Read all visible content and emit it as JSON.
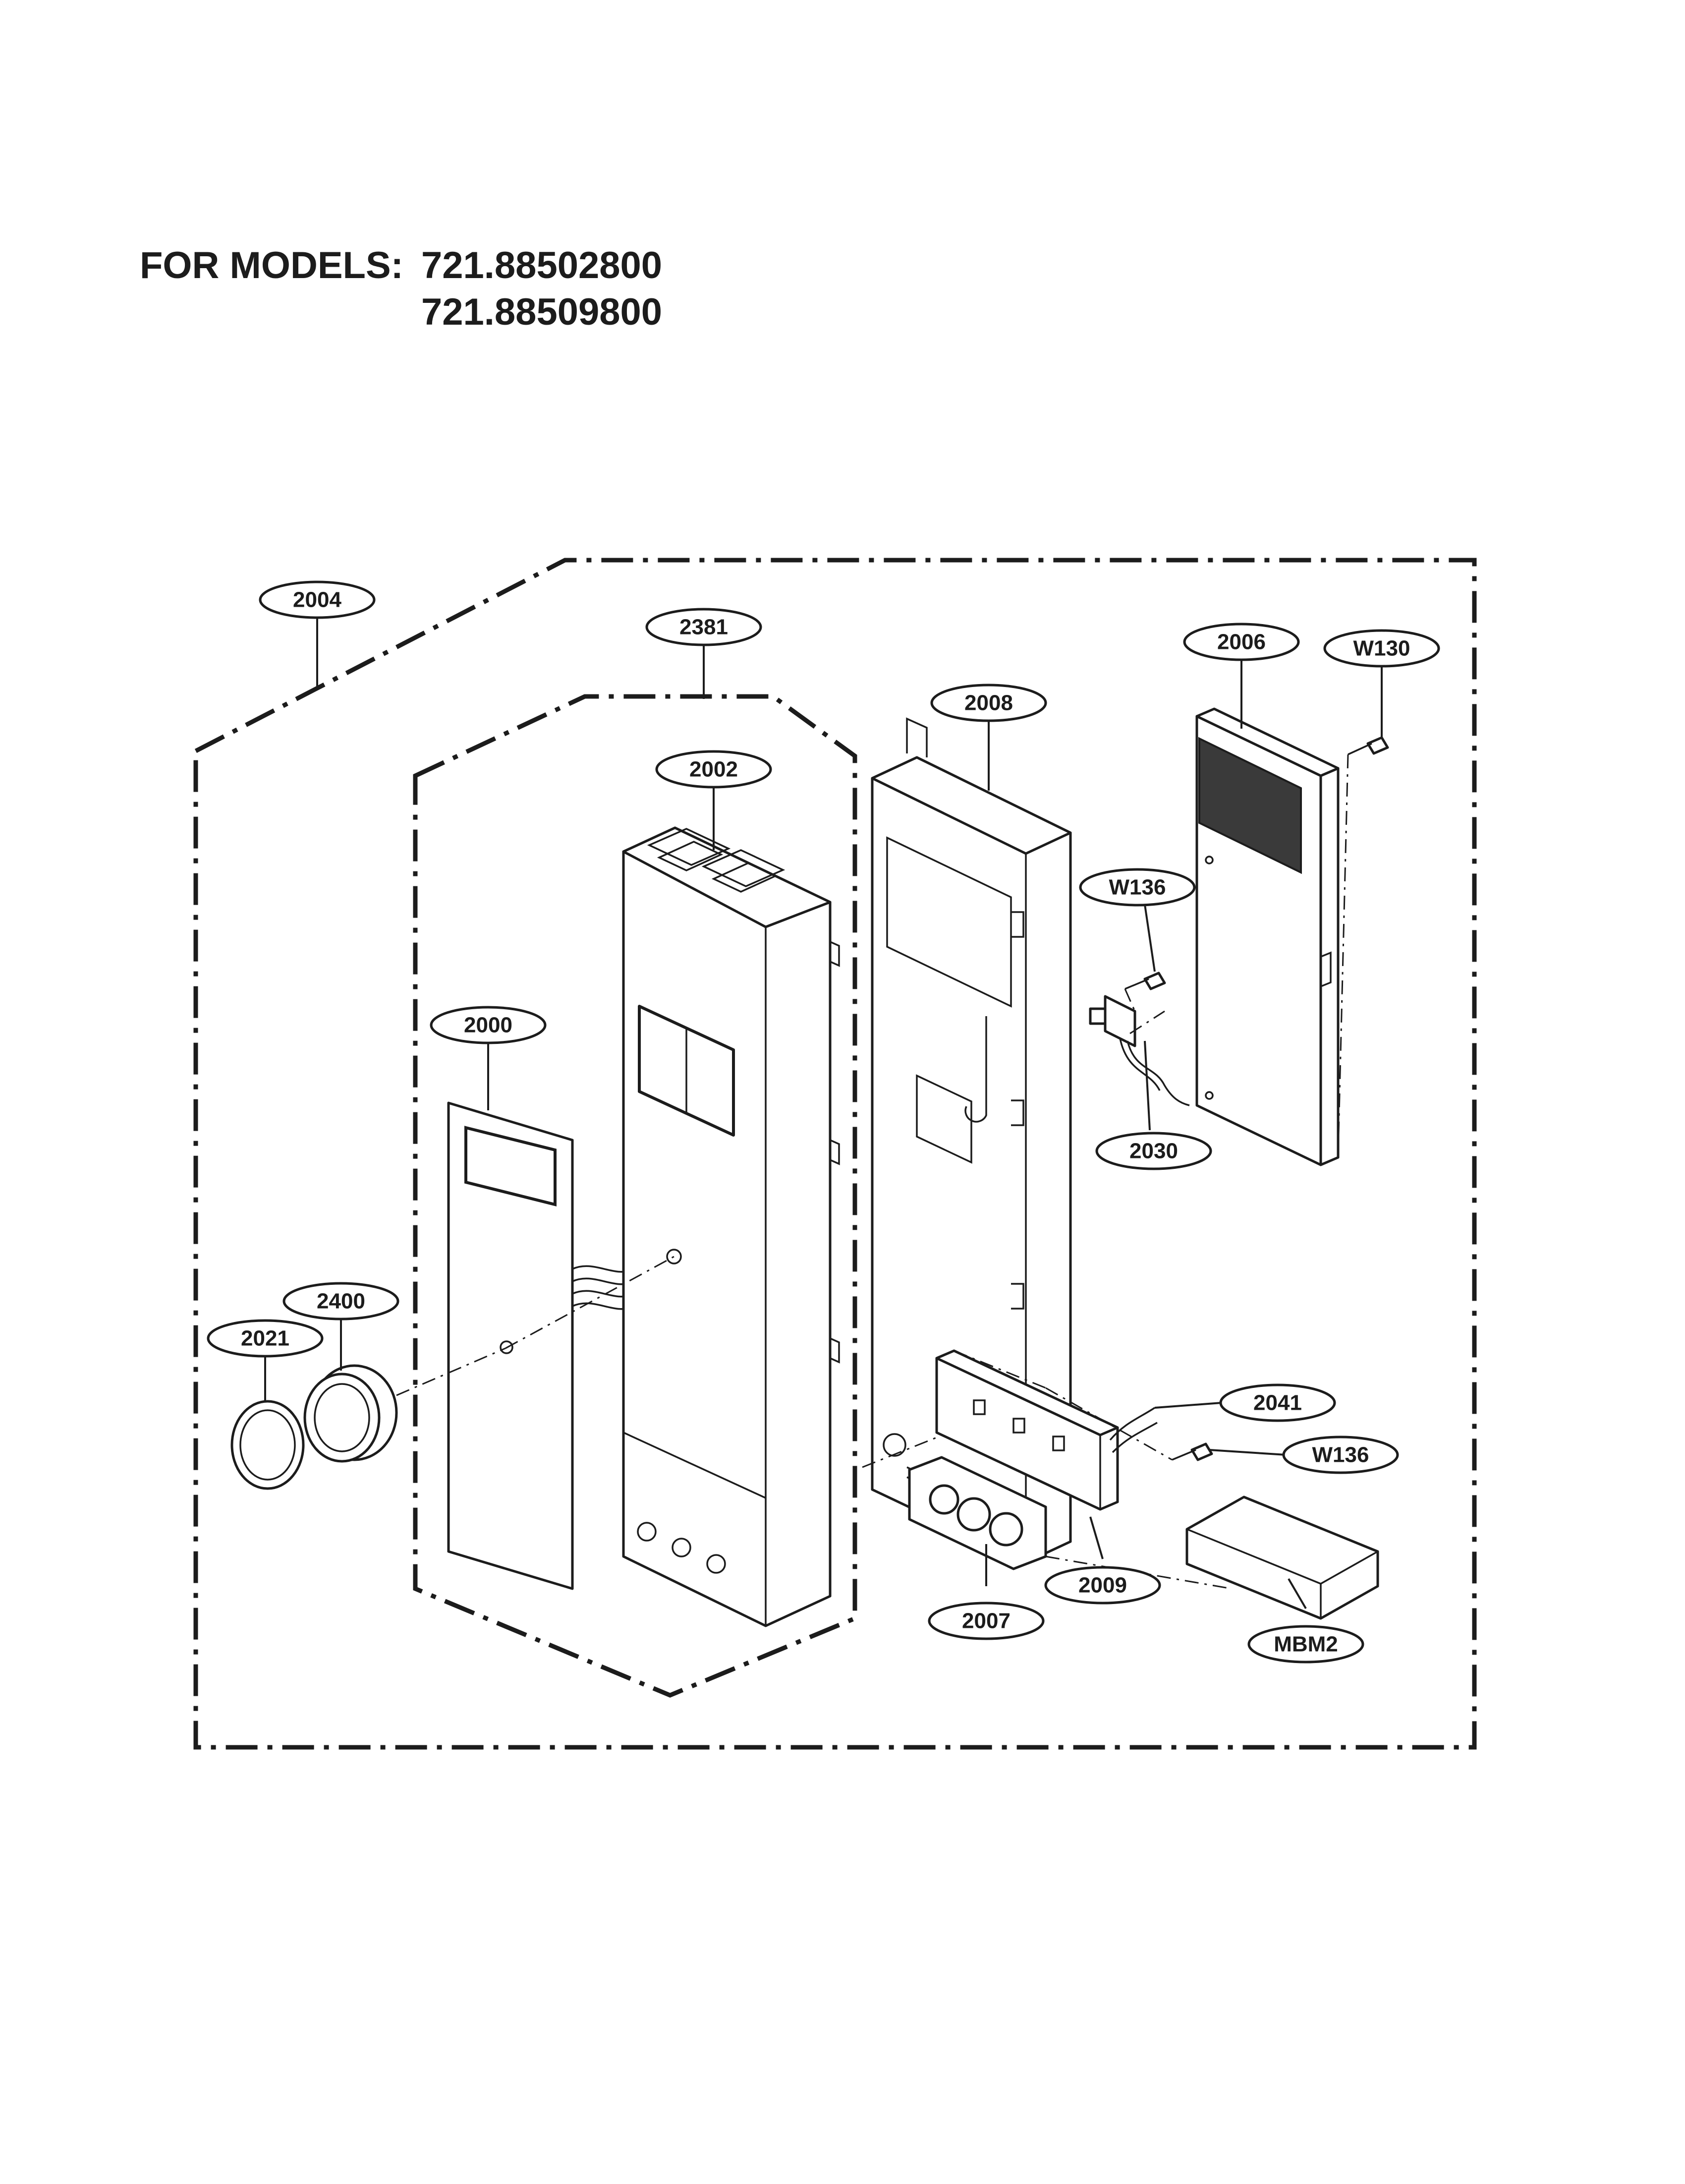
{
  "heading": {
    "label": "FOR MODELS:",
    "models": [
      "721.88502800",
      "721.88509800"
    ]
  },
  "callouts": [
    {
      "id": "2004",
      "label": "2004"
    },
    {
      "id": "2381",
      "label": "2381"
    },
    {
      "id": "2006",
      "label": "2006"
    },
    {
      "id": "W130",
      "label": "W130"
    },
    {
      "id": "2008",
      "label": "2008"
    },
    {
      "id": "2002",
      "label": "2002"
    },
    {
      "id": "W136a",
      "label": "W136"
    },
    {
      "id": "2000",
      "label": "2000"
    },
    {
      "id": "2030",
      "label": "2030"
    },
    {
      "id": "2400",
      "label": "2400"
    },
    {
      "id": "2021",
      "label": "2021"
    },
    {
      "id": "2041",
      "label": "2041"
    },
    {
      "id": "W136b",
      "label": "W136"
    },
    {
      "id": "2009",
      "label": "2009"
    },
    {
      "id": "2007",
      "label": "2007"
    },
    {
      "id": "MBM2",
      "label": "MBM2"
    }
  ]
}
